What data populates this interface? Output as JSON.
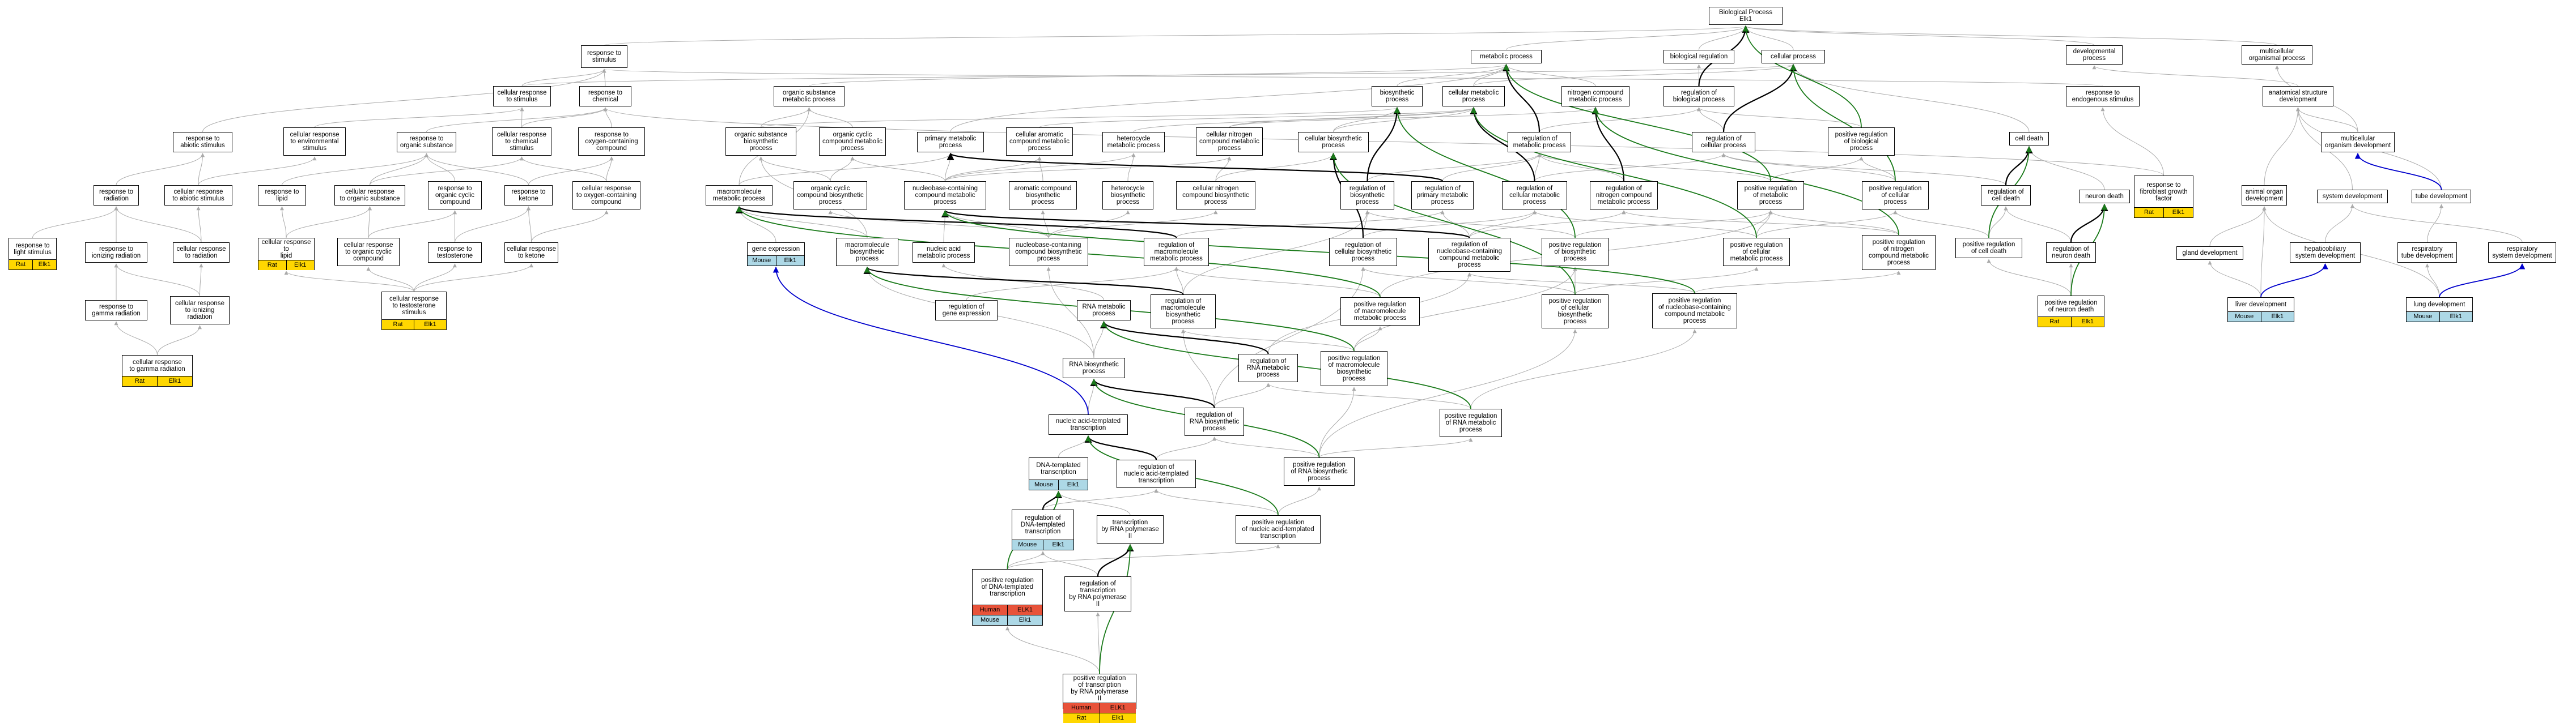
{
  "colors": {
    "is_a_edge": "#aaaaaa",
    "positive_regulation_edge": "#1a7a1a",
    "regulation_edge": "#000000",
    "part_of_edge": "#0000cc",
    "species_rat": "#ffd700",
    "species_human": "#e8533a",
    "species_mouse": "#add8e6"
  },
  "nodes": [
    {
      "id": "bp",
      "label": "Biological Process\nElk1"
    },
    {
      "id": "metabolic",
      "label": "metabolic process"
    },
    {
      "id": "bioreg",
      "label": "biological regulation"
    },
    {
      "id": "cellproc",
      "label": "cellular process"
    },
    {
      "id": "devproc",
      "label": "developmental\nprocess"
    },
    {
      "id": "multiorg",
      "label": "multicellular\norganismal process"
    },
    {
      "id": "resp_stim",
      "label": "response to\nstimulus"
    },
    {
      "id": "cr_stim",
      "label": "cellular response\nto stimulus"
    },
    {
      "id": "resp_chem",
      "label": "response to\nchemical"
    },
    {
      "id": "resp_abiotic",
      "label": "response to\nabiotic stimulus"
    },
    {
      "id": "cr_env",
      "label": "cellular response\nto environmental\nstimulus"
    },
    {
      "id": "resp_org",
      "label": "response to\norganic substance"
    },
    {
      "id": "cr_chem",
      "label": "cellular response\nto chemical\nstimulus"
    },
    {
      "id": "resp_oxy",
      "label": "response to\noxygen-containing\ncompound"
    },
    {
      "id": "resp_rad",
      "label": "response to\nradiation"
    },
    {
      "id": "cr_abiotic",
      "label": "cellular response\nto abiotic stimulus"
    },
    {
      "id": "resp_lipid",
      "label": "response to\nlipid"
    },
    {
      "id": "cr_org",
      "label": "cellular response\nto organic substance"
    },
    {
      "id": "resp_orgcyc",
      "label": "response to\norganic cyclic\ncompound"
    },
    {
      "id": "resp_ketone",
      "label": "response to\nketone"
    },
    {
      "id": "cr_oxy",
      "label": "cellular response\nto oxygen-containing\ncompound"
    },
    {
      "id": "resp_light",
      "label": "response to\nlight stimulus",
      "species": [
        {
          "name": "Rat",
          "gene": "Elk1"
        }
      ]
    },
    {
      "id": "resp_ion",
      "label": "response to\nionizing radiation"
    },
    {
      "id": "cr_rad",
      "label": "cellular response\nto radiation"
    },
    {
      "id": "cr_lipid",
      "label": "cellular response to\nlipid",
      "species": [
        {
          "name": "Rat",
          "gene": "Elk1"
        }
      ]
    },
    {
      "id": "cr_orgcyc",
      "label": "cellular response\nto organic cyclic\ncompound"
    },
    {
      "id": "resp_testo",
      "label": "response to\ntestosterone"
    },
    {
      "id": "cr_ketone",
      "label": "cellular response\nto ketone"
    },
    {
      "id": "resp_gamma",
      "label": "response to\ngamma radiation"
    },
    {
      "id": "cr_ion",
      "label": "cellular response\nto ionizing\nradiation"
    },
    {
      "id": "cr_testo",
      "label": "cellular response\nto testosterone\nstimulus",
      "species": [
        {
          "name": "Rat",
          "gene": "Elk1"
        }
      ]
    },
    {
      "id": "cr_gamma",
      "label": "cellular response\nto gamma radiation",
      "species": [
        {
          "name": "Rat",
          "gene": "Elk1"
        }
      ]
    },
    {
      "id": "orgsub_met",
      "label": "organic substance\nmetabolic process"
    },
    {
      "id": "biosyn",
      "label": "biosynthetic\nprocess"
    },
    {
      "id": "cellmet",
      "label": "cellular metabolic\nprocess"
    },
    {
      "id": "nitro_met",
      "label": "nitrogen compound\nmetabolic process"
    },
    {
      "id": "reg_bio",
      "label": "regulation of\nbiological process"
    },
    {
      "id": "orgsub_bio",
      "label": "organic substance\nbiosynthetic\nprocess"
    },
    {
      "id": "orgcyc_met",
      "label": "organic cyclic\ncompound metabolic\nprocess"
    },
    {
      "id": "primary_met",
      "label": "primary metabolic\nprocess"
    },
    {
      "id": "cellarom_met",
      "label": "cellular aromatic\ncompound metabolic\nprocess"
    },
    {
      "id": "hetero_met",
      "label": "heterocycle\nmetabolic process"
    },
    {
      "id": "cellnitro_met",
      "label": "cellular nitrogen\ncompound metabolic\nprocess"
    },
    {
      "id": "cellbio",
      "label": "cellular biosynthetic\nprocess"
    },
    {
      "id": "reg_met",
      "label": "regulation of\nmetabolic process"
    },
    {
      "id": "reg_cell",
      "label": "regulation of\ncellular process"
    },
    {
      "id": "posreg_bio",
      "label": "positive regulation\nof biological\nprocess"
    },
    {
      "id": "macro_met",
      "label": "macromolecule\nmetabolic process"
    },
    {
      "id": "orgcyc_bio",
      "label": "organic cyclic\ncompound biosynthetic\nprocess"
    },
    {
      "id": "nucbase_met",
      "label": "nucleobase-containing\ncompound metabolic\nprocess"
    },
    {
      "id": "arom_bio",
      "label": "aromatic compound\nbiosynthetic\nprocess"
    },
    {
      "id": "hetero_bio",
      "label": "heterocycle\nbiosynthetic\nprocess"
    },
    {
      "id": "cellnitro_bio",
      "label": "cellular nitrogen\ncompound biosynthetic\nprocess"
    },
    {
      "id": "reg_biosyn",
      "label": "regulation of\nbiosynthetic\nprocess"
    },
    {
      "id": "reg_primary",
      "label": "regulation of\nprimary metabolic\nprocess"
    },
    {
      "id": "reg_cellmet",
      "label": "regulation of\ncellular metabolic\nprocess"
    },
    {
      "id": "reg_nitro",
      "label": "regulation of\nnitrogen compound\nmetabolic process"
    },
    {
      "id": "posreg_met",
      "label": "positive regulation\nof metabolic\nprocess"
    },
    {
      "id": "posreg_cell",
      "label": "positive regulation\nof cellular\nprocess"
    },
    {
      "id": "gene_expr",
      "label": "gene expression",
      "species": [
        {
          "name": "Mouse",
          "gene": "Elk1"
        }
      ]
    },
    {
      "id": "macro_bio",
      "label": "macromolecule\nbiosynthetic\nprocess"
    },
    {
      "id": "nucacid_met",
      "label": "nucleic acid\nmetabolic process"
    },
    {
      "id": "nucbase_bio",
      "label": "nucleobase-containing\ncompound biosynthetic\nprocess"
    },
    {
      "id": "reg_macro",
      "label": "regulation of\nmacromolecule\nmetabolic process"
    },
    {
      "id": "reg_cellbio",
      "label": "regulation of\ncellular biosynthetic\nprocess"
    },
    {
      "id": "reg_nucbase",
      "label": "regulation of\nnucleobase-containing\ncompound metabolic\nprocess"
    },
    {
      "id": "posreg_biosyn",
      "label": "positive regulation\nof biosynthetic\nprocess"
    },
    {
      "id": "posreg_cellmet",
      "label": "positive regulation\nof cellular\nmetabolic process"
    },
    {
      "id": "posreg_nitro",
      "label": "positive regulation\nof nitrogen\ncompound metabolic\nprocess"
    },
    {
      "id": "reg_geneexpr",
      "label": "regulation of\ngene expression"
    },
    {
      "id": "rna_met",
      "label": "RNA metabolic\nprocess"
    },
    {
      "id": "reg_macrobio",
      "label": "regulation of\nmacromolecule\nbiosynthetic\nprocess"
    },
    {
      "id": "posreg_macromet",
      "label": "positive regulation\nof macromolecule\nmetabolic process"
    },
    {
      "id": "posreg_cellbio",
      "label": "positive regulation\nof cellular\nbiosynthetic\nprocess"
    },
    {
      "id": "posreg_nucbase",
      "label": "positive regulation\nof nucleobase-containing\ncompound metabolic\nprocess"
    },
    {
      "id": "rna_bio",
      "label": "RNA biosynthetic\nprocess"
    },
    {
      "id": "reg_rnamet",
      "label": "regulation of\nRNA metabolic\nprocess"
    },
    {
      "id": "posreg_macrobio",
      "label": "positive regulation\nof macromolecule\nbiosynthetic\nprocess"
    },
    {
      "id": "nucacid_trans",
      "label": "nucleic acid-templated\ntranscription"
    },
    {
      "id": "reg_rnabio",
      "label": "regulation of\nRNA biosynthetic\nprocess"
    },
    {
      "id": "posreg_rnamet",
      "label": "positive regulation\nof RNA metabolic\nprocess"
    },
    {
      "id": "dna_trans",
      "label": "DNA-templated\ntranscription",
      "species": [
        {
          "name": "Mouse",
          "gene": "Elk1"
        }
      ]
    },
    {
      "id": "reg_nucacid",
      "label": "regulation of\nnucleic acid-templated\ntranscription"
    },
    {
      "id": "posreg_rnabio",
      "label": "positive regulation\nof RNA biosynthetic\nprocess"
    },
    {
      "id": "reg_dna",
      "label": "regulation of\nDNA-templated\ntranscription",
      "species": [
        {
          "name": "Mouse",
          "gene": "Elk1"
        }
      ]
    },
    {
      "id": "trans_pol2",
      "label": "transcription\nby RNA polymerase\nII"
    },
    {
      "id": "posreg_nucacid",
      "label": "positive regulation\nof nucleic acid-templated\ntranscription"
    },
    {
      "id": "posreg_dna",
      "label": "positive regulation\nof DNA-templated\ntranscription",
      "species": [
        {
          "name": "Human",
          "gene": "ELK1"
        },
        {
          "name": "Mouse",
          "gene": "Elk1"
        }
      ]
    },
    {
      "id": "reg_pol2",
      "label": "regulation of\ntranscription\nby RNA polymerase\nII"
    },
    {
      "id": "posreg_pol2",
      "label": "positive regulation\nof transcription\nby RNA polymerase\nII",
      "species": [
        {
          "name": "Human",
          "gene": "ELK1"
        },
        {
          "name": "Rat",
          "gene": "Elk1"
        }
      ]
    },
    {
      "id": "resp_endo",
      "label": "response to\nendogenous stimulus"
    },
    {
      "id": "resp_fgf",
      "label": "response to\nfibroblast growth\nfactor",
      "species": [
        {
          "name": "Rat",
          "gene": "Elk1"
        }
      ]
    },
    {
      "id": "cell_death",
      "label": "cell death"
    },
    {
      "id": "reg_celldeath",
      "label": "regulation of\ncell death"
    },
    {
      "id": "neuron_death",
      "label": "neuron death"
    },
    {
      "id": "posreg_celldeath",
      "label": "positive regulation\nof cell death"
    },
    {
      "id": "reg_neurondeath",
      "label": "regulation of\nneuron death"
    },
    {
      "id": "posreg_neurondeath",
      "label": "positive regulation\nof neuron death",
      "species": [
        {
          "name": "Rat",
          "gene": "Elk1"
        }
      ]
    },
    {
      "id": "anat_dev",
      "label": "anatomical structure\ndevelopment"
    },
    {
      "id": "multi_dev",
      "label": "multicellular\norganism development"
    },
    {
      "id": "animal_organ",
      "label": "animal organ\ndevelopment"
    },
    {
      "id": "system_dev",
      "label": "system development"
    },
    {
      "id": "tube_dev",
      "label": "tube development"
    },
    {
      "id": "gland_dev",
      "label": "gland development"
    },
    {
      "id": "hepato_dev",
      "label": "hepaticobiliary\nsystem development"
    },
    {
      "id": "resp_tube",
      "label": "respiratory\ntube development"
    },
    {
      "id": "resp_sys",
      "label": "respiratory\nsystem development"
    },
    {
      "id": "liver_dev",
      "label": "liver development",
      "species": [
        {
          "name": "Mouse",
          "gene": "Elk1"
        }
      ]
    },
    {
      "id": "lung_dev",
      "label": "lung development",
      "species": [
        {
          "name": "Mouse",
          "gene": "Elk1"
        }
      ]
    }
  ]
}
